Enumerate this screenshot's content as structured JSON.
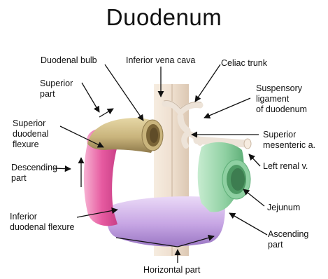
{
  "title": "Duodenum",
  "labels": {
    "duodenal_bulb": "Duodenal bulb",
    "inferior_vena_cava": "Inferior vena cava",
    "celiac_trunk": "Celiac trunk",
    "superior_part": "Superior\npart",
    "suspensory_ligament": "Suspensory\nligament\nof duodenum",
    "superior_duodenal_flexure": "Superior\nduodenal\nflexure",
    "superior_mesenteric": "Superior\nmesenteric a.",
    "descending_part": "Descending\npart",
    "left_renal_v": "Left renal v.",
    "jejunum": "Jejunum",
    "inferior_duodenal_flexure": "Inferior\nduodenal flexure",
    "ascending_part": "Ascending\npart",
    "horizontal_part": "Horizontal part"
  },
  "colors": {
    "superior_part": "#c9b47c",
    "descending_part": "#e65aa0",
    "horizontal_part": "#c7a6e4",
    "ascending_part": "#8fd0a2",
    "vena_cava": "#efe0d0",
    "vessels": "#ede3d8"
  }
}
